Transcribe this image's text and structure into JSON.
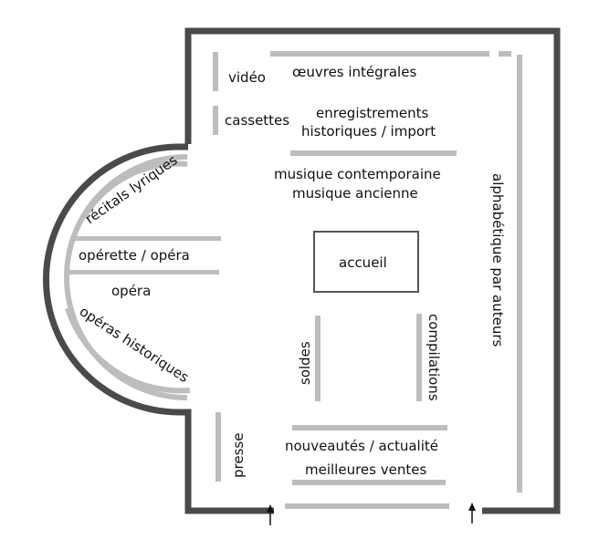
{
  "labels": {
    "video": "vidéo",
    "oeuvres": "œuvres intégrales",
    "cassettes": "cassettes",
    "enregistrements_1": "enregistrements",
    "enregistrements_2": "historiques / import",
    "contemporaine": "musique contemporaine",
    "ancienne": "musique ancienne",
    "recitals": "récitals lyriques",
    "operette": "opérette / opéra",
    "opera": "opéra",
    "operas_historiques": "opéras historiques",
    "accueil": "accueil",
    "soldes": "soldes",
    "compilations": "compilations",
    "alphabetique": "alphabétique par auteurs",
    "presse": "presse",
    "nouveautes": "nouveautés / actualité",
    "meilleures_ventes": "meilleures ventes"
  },
  "colors": {
    "wall": "#4a4a4a",
    "shelf": "#bdbdbd",
    "text": "#111111",
    "background": "#ffffff"
  }
}
